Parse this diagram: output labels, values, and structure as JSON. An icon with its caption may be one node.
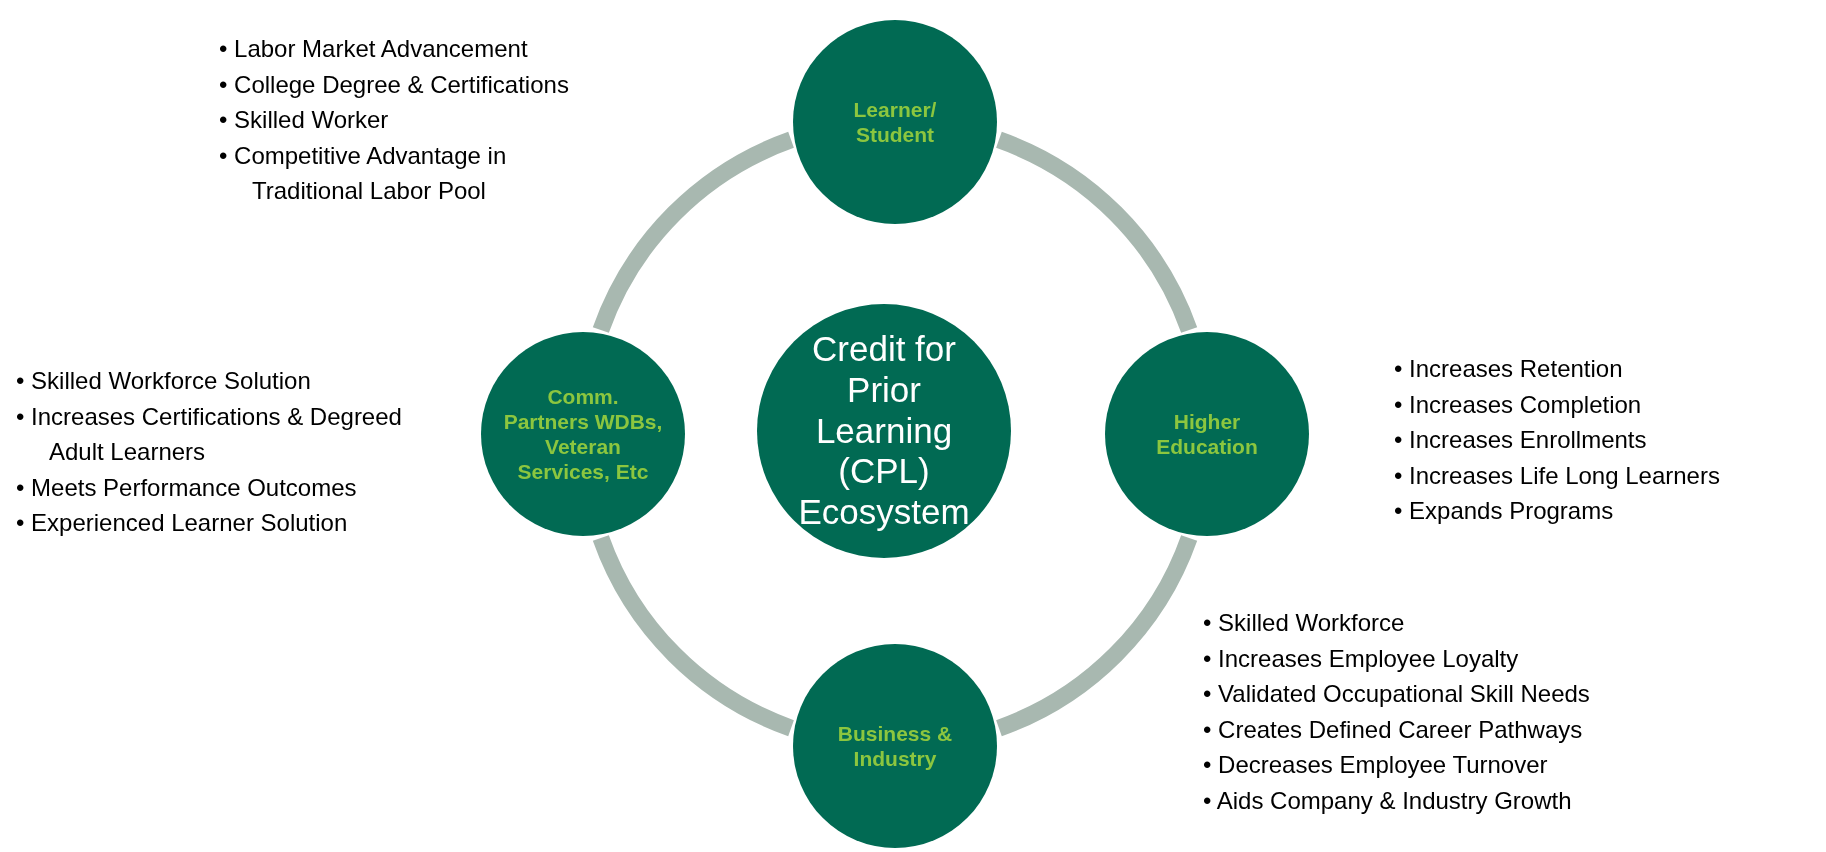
{
  "diagram": {
    "nodes": [
      {
        "text": [
          "Learner/ Student"
        ],
        "beside": [
          "• Labor Market Advancement",
          "• College Degree & Certifications",
          "• Skilled Worker",
          "• Competitive Advantage in Traditional Labor Pool"
        ]
      },
      {
        "text": [
          "Comm. Partners WDBs, Veteran Services, Etc"
        ],
        "beside": [
          "• Skilled Workforce Solution",
          "• Increases Certifications & Degreed Adult Learners",
          "• Meets Performance Outcomes",
          "• Experienced Learner Solution"
        ]
      },
      {
        "text": [
          "Credit for Prior Learning (CPL) Ecosystem"
        ]
      },
      {
        "text": [
          "Higher Education"
        ],
        "beside": [
          "• Increases Retention",
          "• Increases Completion",
          "• Increases Enrollments",
          "• Increases Life Long Learners",
          "• Expands Programs"
        ]
      },
      {
        "text": [
          "Business & Industry"
        ],
        "beside": [
          "• Skilled Workforce",
          "• Increases Employee Loyalty",
          "• Validated Occupational Skill Needs",
          "• Creates Defined Career Pathways",
          "• Decreases Employee Turnover",
          "• Aids Company & Industry Growth"
        ]
      }
    ],
    "edges": [
      {
        "from": 0,
        "to": 3,
        "arrow": "none"
      },
      {
        "from": 3,
        "to": 4,
        "arrow": "none"
      },
      {
        "from": 4,
        "to": 1,
        "arrow": "none"
      },
      {
        "from": 1,
        "to": 0,
        "arrow": "none"
      }
    ]
  }
}
